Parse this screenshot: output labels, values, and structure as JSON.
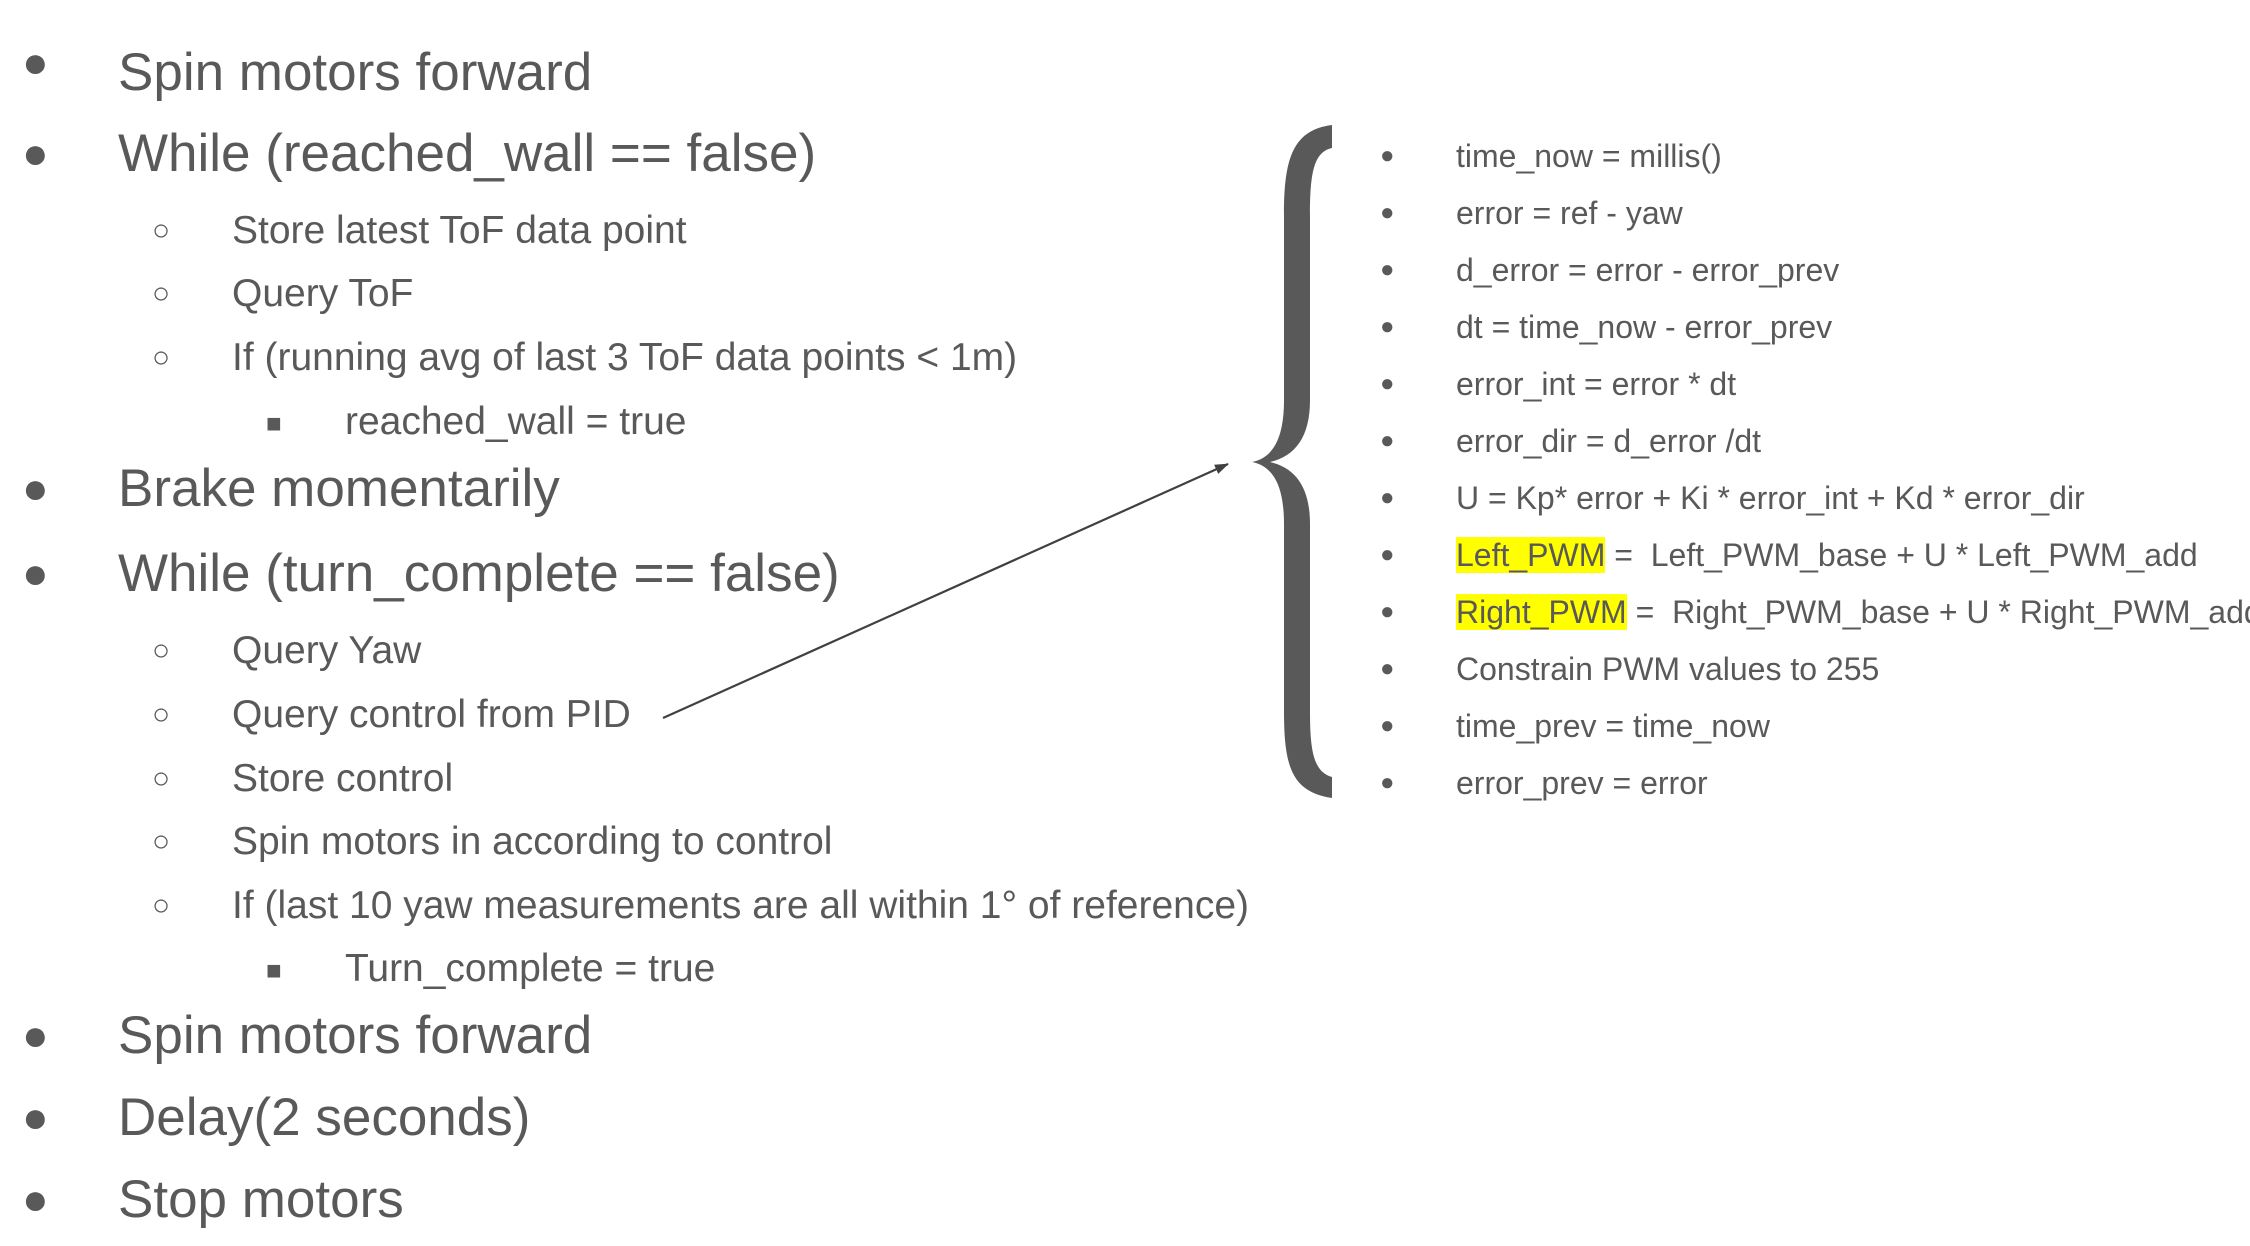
{
  "left_list": [
    {
      "level": 1,
      "text": "Spin motors forward"
    },
    {
      "level": 1,
      "text": "While (reached_wall == false)"
    },
    {
      "level": 2,
      "text": "Store latest ToF data point"
    },
    {
      "level": 2,
      "text": "Query ToF"
    },
    {
      "level": 2,
      "text": "If (running avg of last 3 ToF data points < 1m)"
    },
    {
      "level": 3,
      "text": "reached_wall = true"
    },
    {
      "level": 1,
      "text": "Brake momentarily"
    },
    {
      "level": 1,
      "text": "While (turn_complete == false)"
    },
    {
      "level": 2,
      "text": "Query Yaw"
    },
    {
      "level": 2,
      "text": "Query control from PID"
    },
    {
      "level": 2,
      "text": "Store control"
    },
    {
      "level": 2,
      "text": "Spin motors in according to control"
    },
    {
      "level": 2,
      "text": "If (last 10 yaw measurements are all within 1° of reference)"
    },
    {
      "level": 3,
      "text": "Turn_complete = true"
    },
    {
      "level": 1,
      "text": "Spin motors forward"
    },
    {
      "level": 1,
      "text": "Delay(2 seconds)"
    },
    {
      "level": 1,
      "text": "Stop motors"
    }
  ],
  "right_list": [
    {
      "text": "time_now = millis()"
    },
    {
      "text": "error = ref - yaw"
    },
    {
      "text": "d_error = error - error_prev"
    },
    {
      "text": "dt = time_now  - error_prev"
    },
    {
      "text": "error_int = error * dt"
    },
    {
      "text": "error_dir = d_error /dt"
    },
    {
      "text": "U = Kp* error + Ki * error_int  + Kd * error_dir"
    },
    {
      "highlight": "Left_PWM",
      "text": " =  Left_PWM_base + U * Left_PWM_add"
    },
    {
      "highlight": "Right_PWM",
      "text": " =  Right_PWM_base + U * Right_PWM_add"
    },
    {
      "text": "Constrain PWM values to 255"
    },
    {
      "text": "time_prev = time_now"
    },
    {
      "text": "error_prev = error"
    }
  ],
  "bullet_glyphs": {
    "level1": "●",
    "level2": "○",
    "level3": "■"
  },
  "icons": {
    "brace": "curly-brace-icon",
    "arrow": "arrow-icon"
  },
  "colors": {
    "text": "#595959",
    "highlight": "#ffff00",
    "brace": "#595959",
    "arrow": "#404040"
  }
}
